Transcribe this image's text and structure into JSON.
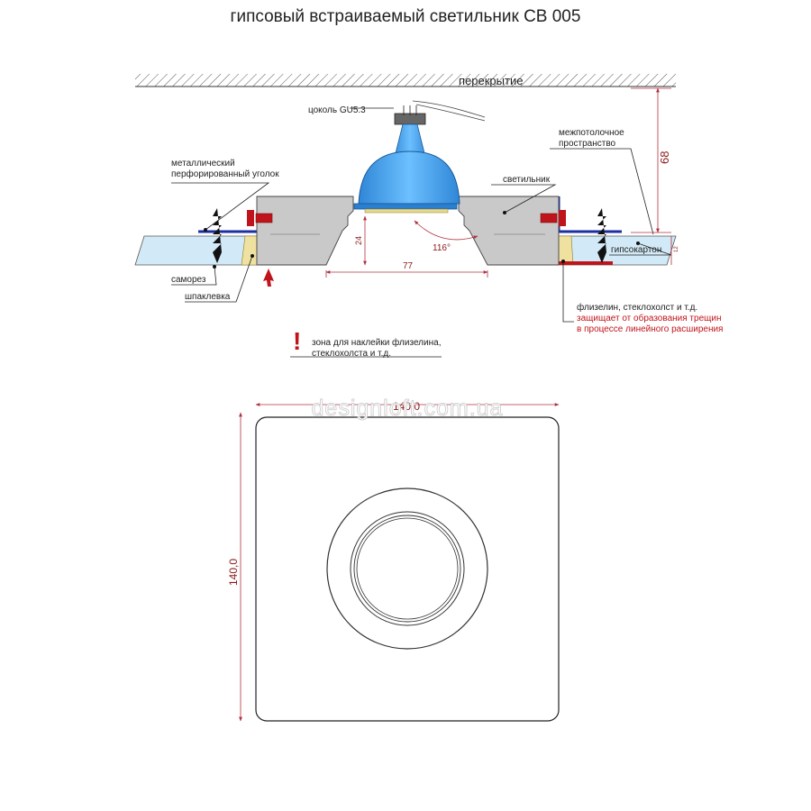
{
  "title": "гипсовый встраиваемый светильник СВ 005",
  "labels": {
    "ceiling": "перекрытие",
    "socket": "цоколь GU5.3",
    "interceiling_line1": "межпотолочное",
    "interceiling_line2": "пространство",
    "fixture": "светильник",
    "corner_line1": "металлический",
    "corner_line2": "перфорированный уголок",
    "screw": "саморез",
    "putty": "шпаклевка",
    "drywall": "гипсокартон",
    "fleece_line1": "флизелин, стеклохолст и т.д.",
    "fleece_line2": "защищает от образования трещин",
    "fleece_line3": "в процессе линейного расширения",
    "zone_line1": "зона для наклейки флизелина,",
    "zone_line2": "стеклохолста и т.д.",
    "exclamation": "!"
  },
  "dimensions": {
    "height_68": "68",
    "height_24": "24",
    "width_77": "77",
    "thickness_12": "12",
    "angle": "116°",
    "plan_width": "140,0",
    "plan_height": "140,0"
  },
  "watermark": "designloft.com.ua",
  "colors": {
    "lamp": "#3e9df0",
    "drywall": "#d2eaf7",
    "plaster": "#c9c9c9",
    "dimension": "#b03040",
    "warning": "#c0141c",
    "profile": "#1c2fa0"
  }
}
